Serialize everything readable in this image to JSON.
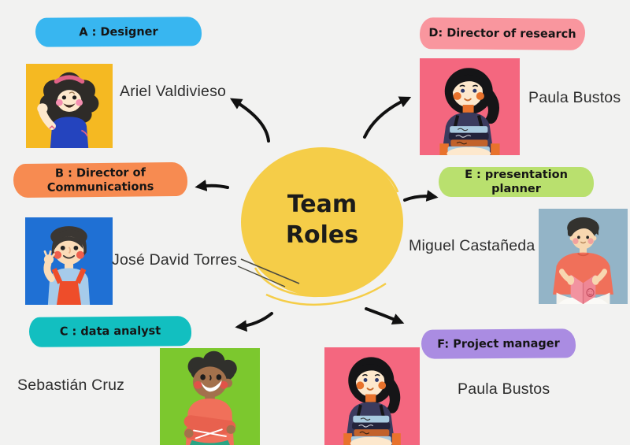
{
  "diagram": {
    "title": [
      "Team",
      "Roles"
    ],
    "background_color": "#F2F2F1",
    "center_circle_color": "#F5CD48",
    "arrow_color": "#111111"
  },
  "roles": {
    "a": {
      "label": "A : Designer",
      "name": "Ariel Valdivieso",
      "pill_color": "#38B6F0",
      "image_bg": "#F5B922",
      "character": "woman-curly-hair-waving"
    },
    "b": {
      "label": "B : Director of Communications",
      "name": "José David Torres",
      "pill_color": "#F78B51",
      "image_bg": "#1F70D4",
      "character": "boy-ok-gesture"
    },
    "c": {
      "label": "C : data analyst",
      "name": "Sebastián Cruz",
      "pill_color": "#12BFC0",
      "image_bg": "#7CC82E",
      "character": "boy-arms-crossed"
    },
    "d": {
      "label": "D: Director of research",
      "name": "Paula Bustos",
      "pill_color": "#F9969E",
      "image_bg": "#F4677F",
      "character": "girl-holding-books"
    },
    "e": {
      "label": "E : presentation planner",
      "name": "Miguel Castañeda",
      "pill_color": "#B9E06E",
      "image_bg": "#93B4C7",
      "character": "boy-reading-book"
    },
    "f": {
      "label": "F: Project manager",
      "name": "Paula Bustos",
      "pill_color": "#AA8CE2",
      "image_bg": "#F4677F",
      "character": "girl-holding-books"
    }
  }
}
